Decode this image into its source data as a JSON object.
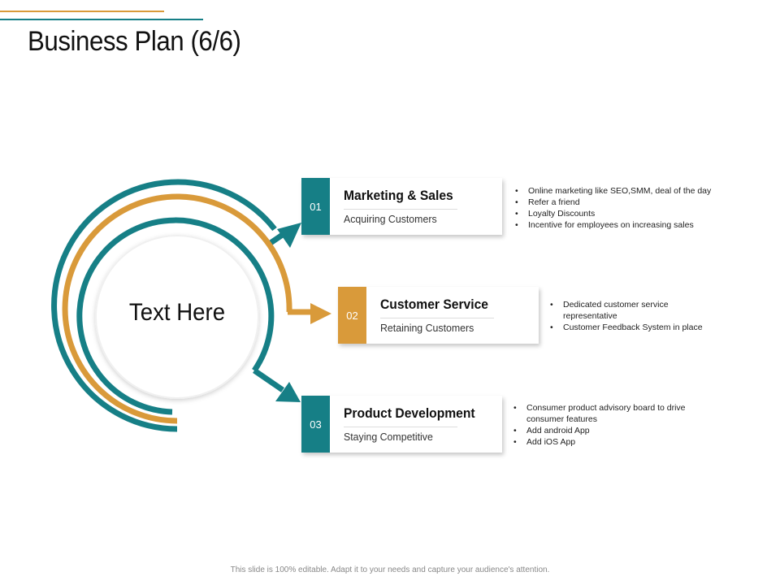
{
  "slide": {
    "title": "Business Plan (6/6)",
    "center_text": "Text Here",
    "footer": "This slide is 100% editable. Adapt it to your needs and capture your audience's attention."
  },
  "colors": {
    "teal": "#167f86",
    "orange": "#d99a3a"
  },
  "items": [
    {
      "number": "01",
      "title": "Marketing & Sales",
      "subtitle": "Acquiring Customers",
      "color": "#167f86",
      "bullets": [
        "Online marketing like SEO,SMM, deal of the day",
        "Refer a friend",
        "Loyalty Discounts",
        "Incentive for employees on increasing sales"
      ]
    },
    {
      "number": "02",
      "title": "Customer Service",
      "subtitle": "Retaining Customers",
      "color": "#d99a3a",
      "bullets": [
        "Dedicated customer service representative",
        "Customer Feedback System in place"
      ]
    },
    {
      "number": "03",
      "title": "Product Development",
      "subtitle": "Staying Competitive",
      "color": "#167f86",
      "bullets": [
        "Consumer product advisory board to drive consumer features",
        "Add android App",
        "Add iOS App"
      ]
    }
  ]
}
